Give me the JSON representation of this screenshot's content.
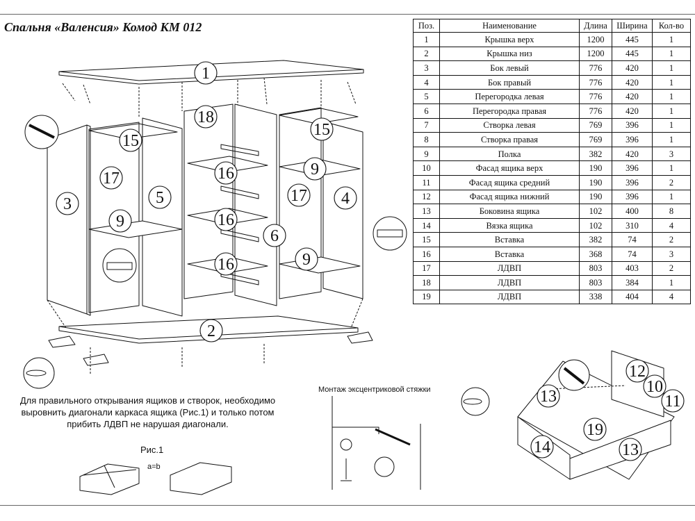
{
  "title": "Спальня «Валенсия» Комод КМ 012",
  "table": {
    "headers": [
      "Поз.",
      "Наименование",
      "Длина",
      "Ширина",
      "Кол-во"
    ],
    "rows": [
      [
        "1",
        "Крышка верх",
        "1200",
        "445",
        "1"
      ],
      [
        "2",
        "Крышка низ",
        "1200",
        "445",
        "1"
      ],
      [
        "3",
        "Бок левый",
        "776",
        "420",
        "1"
      ],
      [
        "4",
        "Бок правый",
        "776",
        "420",
        "1"
      ],
      [
        "5",
        "Перегородка левая",
        "776",
        "420",
        "1"
      ],
      [
        "6",
        "Перегородка правая",
        "776",
        "420",
        "1"
      ],
      [
        "7",
        "Створка левая",
        "769",
        "396",
        "1"
      ],
      [
        "8",
        "Створка правая",
        "769",
        "396",
        "1"
      ],
      [
        "9",
        "Полка",
        "382",
        "420",
        "3"
      ],
      [
        "10",
        "Фасад ящика верх",
        "190",
        "396",
        "1"
      ],
      [
        "11",
        "Фасад ящика средний",
        "190",
        "396",
        "2"
      ],
      [
        "12",
        "Фасад ящика нижний",
        "190",
        "396",
        "1"
      ],
      [
        "13",
        "Боковина ящика",
        "102",
        "400",
        "8"
      ],
      [
        "14",
        "Вязка ящика",
        "102",
        "310",
        "4"
      ],
      [
        "15",
        "Вставка",
        "382",
        "74",
        "2"
      ],
      [
        "16",
        "Вставка",
        "368",
        "74",
        "3"
      ],
      [
        "17",
        "ЛДВП",
        "803",
        "403",
        "2"
      ],
      [
        "18",
        "ЛДВП",
        "803",
        "384",
        "1"
      ],
      [
        "19",
        "ЛДВП",
        "338",
        "404",
        "4"
      ]
    ]
  },
  "note": [
    "Для правильного открывания  ящиков и створок, необходимо",
    "выровнить диагонали каркаса ящика (Рис.1) и только потом",
    "прибить ЛДВП не нарушая диагонали."
  ],
  "figure_label": "Рис.1",
  "equation_label": "a=b",
  "cam_section_title": "Монтаж эксцентриковой стяжки",
  "callouts_main": [
    "1",
    "18",
    "15",
    "15",
    "16",
    "9",
    "17",
    "3",
    "5",
    "17",
    "4",
    "16",
    "9",
    "6",
    "16",
    "9",
    "2"
  ],
  "callouts_drawer": [
    "12",
    "10",
    "11",
    "13",
    "19",
    "14",
    "13"
  ],
  "colors": {
    "line": "#111111",
    "rule": "#666666",
    "background": "#ffffff"
  }
}
